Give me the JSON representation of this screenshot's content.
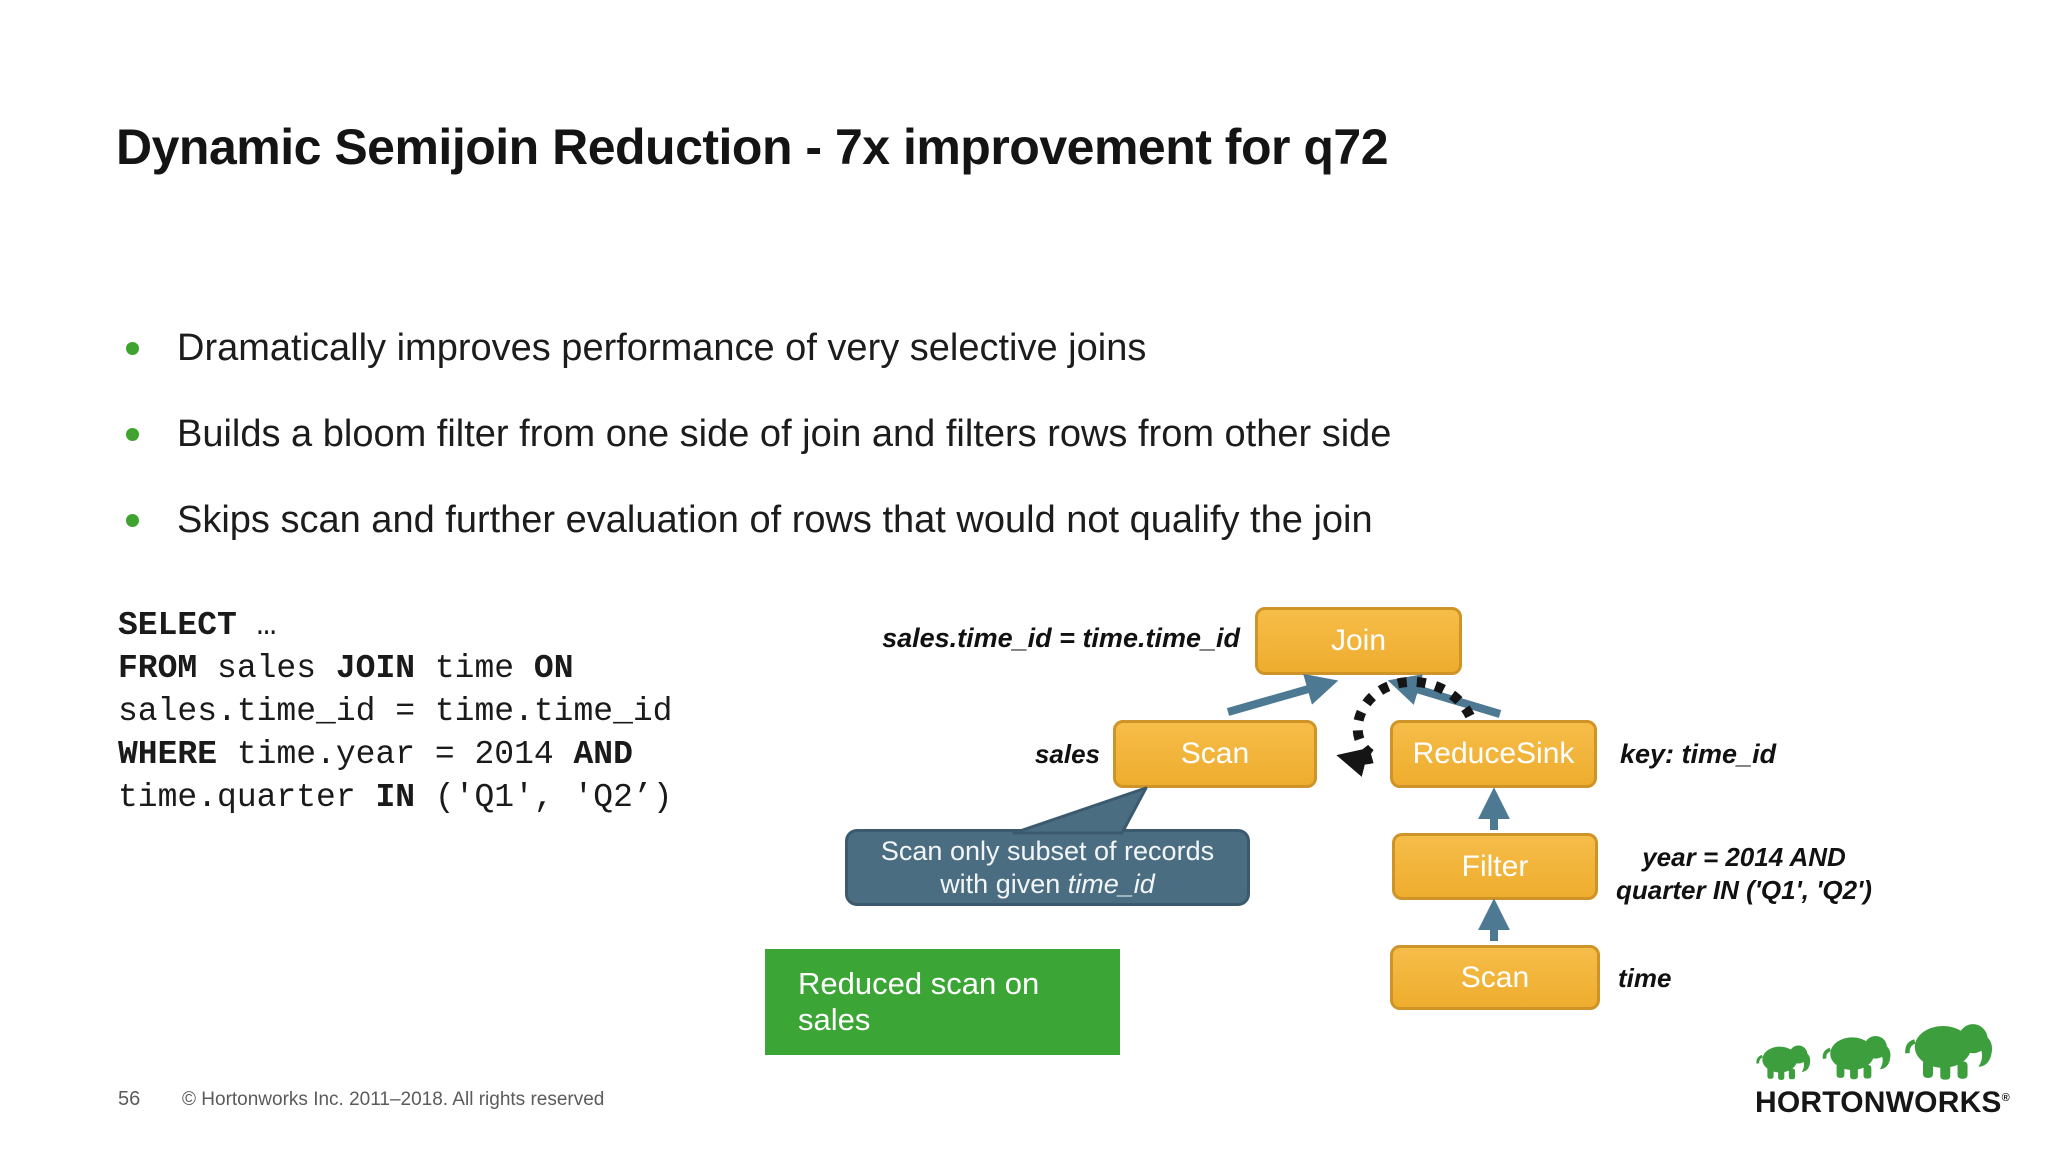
{
  "slide": {
    "title": "Dynamic Semijoin Reduction - 7x improvement for q72",
    "bullets": [
      "Dramatically improves performance of very selective joins",
      "Builds a bloom filter from one side of join and filters rows from other side",
      "Skips scan and further evaluation of rows that would not qualify the join"
    ],
    "sql": {
      "l1_k1": "SELECT",
      "l1_t1": " …",
      "l2_k1": "FROM",
      "l2_t1": " sales ",
      "l2_k2": "JOIN",
      "l2_t2": " time ",
      "l2_k3": "ON",
      "l3_t1": "sales.time_id = time.time_id",
      "l4_k1": "WHERE",
      "l4_t1": " time.year = 2014 ",
      "l4_k2": "AND",
      "l5_t1": "time.quarter ",
      "l5_k1": "IN",
      "l5_t2": " ('Q1', 'Q2’)"
    },
    "diagram": {
      "join_label": "Join",
      "join_condition": "sales.time_id = time.time_id",
      "scan_sales_label": "Scan",
      "sales_table": "sales",
      "reducesink_label": "ReduceSink",
      "reducesink_key": "key: time_id",
      "filter_label": "Filter",
      "filter_condition_line1": "year = 2014 AND",
      "filter_condition_line2": "quarter IN ('Q1', 'Q2')",
      "scan_time_label": "Scan",
      "time_table": "time",
      "callout_line1": "Scan only subset of records",
      "callout_line2_prefix": "with given ",
      "callout_line2_italic": "time_id",
      "result_label": "Reduced scan on sales"
    },
    "footer": {
      "page_number": "56",
      "copyright": "© Hortonworks Inc. 2011–2018. All rights reserved"
    },
    "logo": {
      "brand": "HORTONWORKS",
      "registered": "®"
    },
    "colors": {
      "bullet_green": "#3fa32f",
      "node_amber": "#f2b43c",
      "node_border": "#cf9428",
      "arrow_blue": "#4e7993",
      "callout_slate": "#4b6d82",
      "result_green": "#3ba636",
      "logo_green": "#3d9e3d"
    }
  }
}
